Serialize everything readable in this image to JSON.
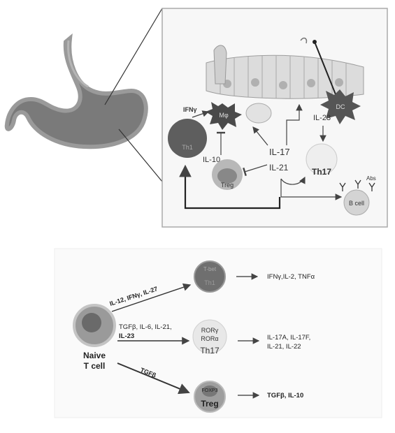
{
  "top_panel": {
    "cytokine_ifng": "IFNγ",
    "label_mphi": "Mφ",
    "label_dc": "DC",
    "cytokine_il10": "IL-10",
    "cytokine_il17": "IL-17",
    "cytokine_il21": "IL-21",
    "cytokine_il23": "IL-23",
    "cell_th1": "Th1",
    "cell_treg": "Treg",
    "cell_th17": "Th17",
    "cell_bcell": "B cell",
    "label_abs": "Abs"
  },
  "bottom_panel": {
    "naive_line1": "Naive",
    "naive_line2": "T cell",
    "path_th1_signals": "IL-12, IFNγ, IL-27",
    "path_th17_signals_1": "TGFβ, IL-6, IL-21,",
    "path_th17_signals_2": "IL-23",
    "path_treg_signals": "TGFβ",
    "th1_tf": "T-bet",
    "th1_name": "Th1",
    "th17_tf1": "RORγ",
    "th17_tf2": "RORα",
    "th17_name": "Th17",
    "treg_tf": "FOXP3",
    "treg_name": "Treg",
    "th1_output": "IFNγ,IL-2, TNFα",
    "th17_output_1": "IL-17A, IL-17F,",
    "th17_output_2": "IL-21, IL-22",
    "treg_output": "TGFβ, IL-10"
  }
}
